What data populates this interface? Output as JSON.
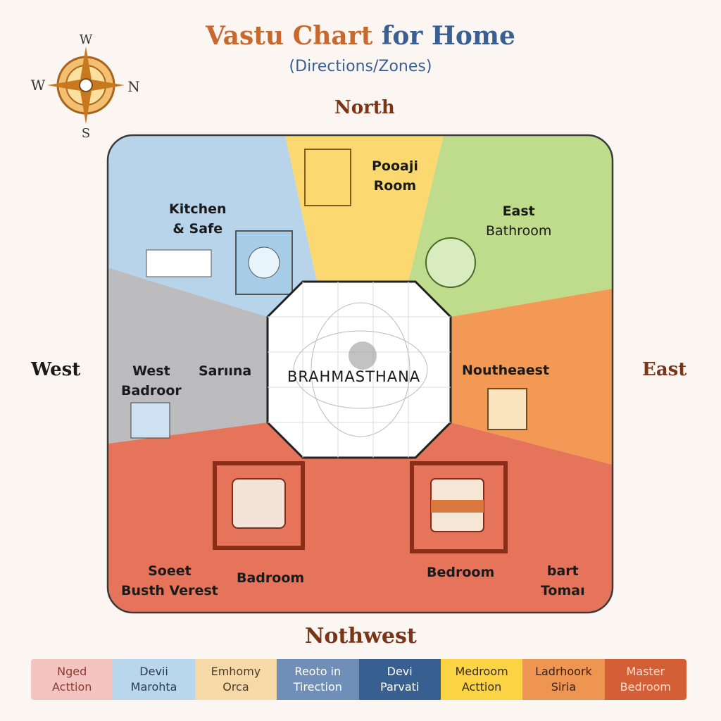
{
  "title": {
    "part1": "Vastu Chart",
    "part2": "for Home"
  },
  "subtitle": "(Directions/Zones)",
  "compass": {
    "top": "W",
    "left": "W",
    "right": "N",
    "bottom": "S"
  },
  "directions": {
    "north": "North",
    "west": "West",
    "east": "East",
    "bottom": "Nothwest"
  },
  "zones": {
    "kitchen": [
      "Kitchen",
      "& Safe"
    ],
    "pooja": [
      "Pooaji",
      "Room"
    ],
    "east_bath": [
      "East",
      "Bathroom"
    ],
    "west": [
      "West",
      "Badroor"
    ],
    "sarina": "Sarıına",
    "center": "BRAHMASTHANA",
    "northeast": "Noutheaest",
    "sw": [
      "Soeet",
      "Busth Verest"
    ],
    "badroom": "Badroom",
    "bedroom": "Bedroom",
    "se": [
      "bart",
      "Tomaı"
    ]
  },
  "colors": {
    "blue": "#b7d4ea",
    "yellow": "#fbd970",
    "green": "#bfdc8c",
    "gray": "#bcbcbf",
    "orange": "#f29a55",
    "red": "#e5745a"
  },
  "legend": [
    {
      "text": [
        "Nged",
        "Acttion"
      ],
      "bg": "#f4c4c0",
      "fg": "#8a3a30"
    },
    {
      "text": [
        "Devii",
        "Marohta"
      ],
      "bg": "#b8d7ec",
      "fg": "#2a3a50"
    },
    {
      "text": [
        "Emhomy",
        "Orca"
      ],
      "bg": "#f7d9a8",
      "fg": "#4a3a2a"
    },
    {
      "text": [
        "Reoto in",
        "Tirection"
      ],
      "bg": "#6f8fb8",
      "fg": "#ffffff"
    },
    {
      "text": [
        "Devi",
        "Parvati"
      ],
      "bg": "#375f8f",
      "fg": "#ffffff"
    },
    {
      "text": [
        "Medroom",
        "Acttion"
      ],
      "bg": "#fbd443",
      "fg": "#3a2a10"
    },
    {
      "text": [
        "Ladrhoork",
        "Siria"
      ],
      "bg": "#ef9552",
      "fg": "#3a2010"
    },
    {
      "text": [
        "Master",
        "Bedroom"
      ],
      "bg": "#d45e35",
      "fg": "#fbe0d0"
    }
  ]
}
